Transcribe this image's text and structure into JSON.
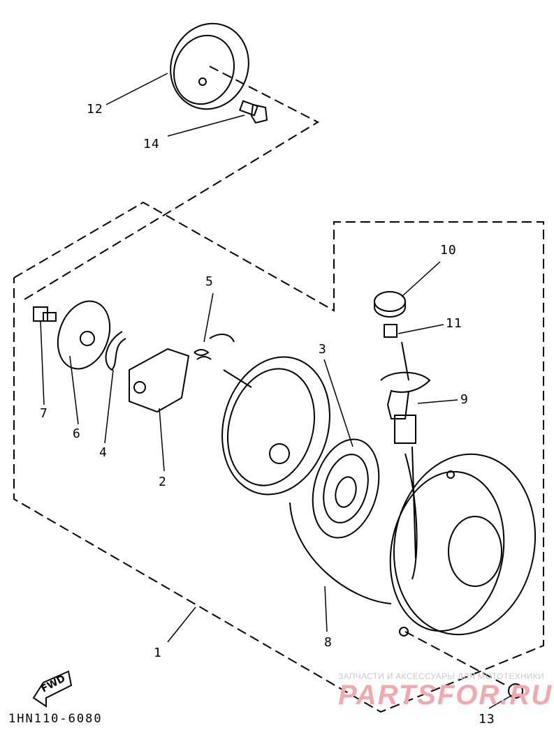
{
  "diagram_code": "1HN110-6080",
  "direction_marker": "FWD",
  "watermark": {
    "caption": "ЗАПЧАСТИ И АКСЕССУАРЫ ДЛЯ МОТОТЕХНИКИ",
    "brand": "PARTSFOR.RU"
  },
  "callouts": [
    "1",
    "2",
    "3",
    "4",
    "5",
    "6",
    "7",
    "8",
    "9",
    "10",
    "11",
    "12",
    "13",
    "14"
  ]
}
